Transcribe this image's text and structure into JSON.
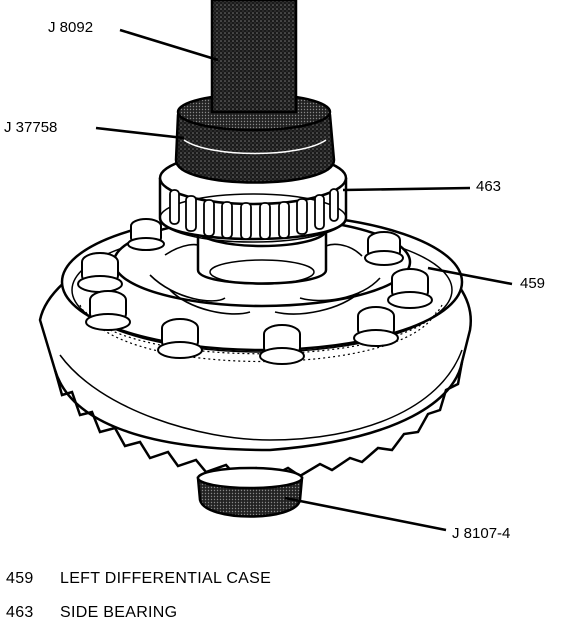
{
  "callouts": {
    "j8092": "J 8092",
    "j37758": "J 37758",
    "p463": "463",
    "p459": "459",
    "j8107": "J 8107-4"
  },
  "legend": [
    {
      "number": "459",
      "text": "LEFT DIFFERENTIAL CASE"
    },
    {
      "number": "463",
      "text": "SIDE BEARING"
    }
  ],
  "colors": {
    "ink": "#000000",
    "paper": "#ffffff"
  }
}
